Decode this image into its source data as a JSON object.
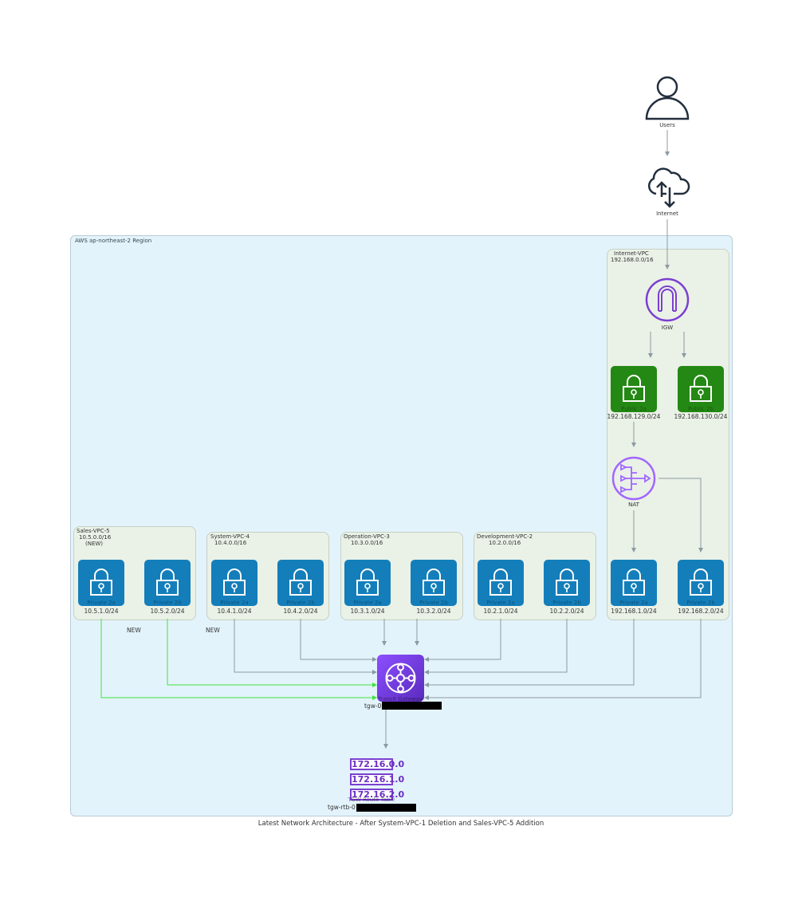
{
  "diagram": {
    "caption": "Latest Network Architecture - After System-VPC-1 Deletion and Sales-VPC-5 Addition",
    "colors": {
      "edge_default": "#8d99a3",
      "edge_new": "#3de63d",
      "private_subnet": "#147eba",
      "public_subnet": "#248814",
      "tgw": "#7b3fd1",
      "region_bg": "#e3f3fb",
      "vpc_bg": "#eaf1e7"
    },
    "external": {
      "users": {
        "label": "Users",
        "icon": "user-icon"
      },
      "internet": {
        "label": "Internet",
        "icon": "cloud-upload-download-icon"
      }
    },
    "region": {
      "label": "AWS ap-northeast-2 Region"
    },
    "internet_vpc": {
      "name": "Internet-VPC",
      "cidr": "192.168.0.0/16",
      "igw": {
        "label": "IGW",
        "icon": "internet-gateway-icon"
      },
      "nat": {
        "label": "NAT",
        "icon": "nat-gateway-icon"
      },
      "public_subnets": [
        {
          "name": "Public 2a",
          "cidr": "192.168.129.0/24"
        },
        {
          "name": "Public 2b",
          "cidr": "192.168.130.0/24"
        }
      ],
      "private_subnets": [
        {
          "name": "Private 2a",
          "cidr": "192.168.1.0/24"
        },
        {
          "name": "Private 2b",
          "cidr": "192.168.2.0/24"
        }
      ]
    },
    "vpcs": [
      {
        "name": "Sales-VPC-5",
        "cidr": "10.5.0.0/16",
        "note": "(NEW)",
        "subnets": [
          {
            "name": "Private 2a",
            "cidr": "10.5.1.0/24"
          },
          {
            "name": "Private 2b",
            "cidr": "10.5.2.0/24"
          }
        ]
      },
      {
        "name": "System-VPC-4",
        "cidr": "10.4.0.0/16",
        "note": "",
        "subnets": [
          {
            "name": "Private 2a",
            "cidr": "10.4.1.0/24"
          },
          {
            "name": "Private 2b",
            "cidr": "10.4.2.0/24"
          }
        ]
      },
      {
        "name": "Operation-VPC-3",
        "cidr": "10.3.0.0/16",
        "note": "",
        "subnets": [
          {
            "name": "Private 2a",
            "cidr": "10.3.1.0/24"
          },
          {
            "name": "Private 2b",
            "cidr": "10.3.2.0/24"
          }
        ]
      },
      {
        "name": "Development-VPC-2",
        "cidr": "10.2.0.0/16",
        "note": "",
        "subnets": [
          {
            "name": "Private 2a",
            "cidr": "10.2.1.0/24"
          },
          {
            "name": "Private 2b",
            "cidr": "10.2.2.0/24"
          }
        ]
      }
    ],
    "edge_labels": [
      "NEW",
      "NEW"
    ],
    "tgw": {
      "label": "Transit Gateway",
      "id_prefix": "tgw-0",
      "icon": "transit-gateway-icon"
    },
    "route_table": {
      "label": "TGW Route Table",
      "id_prefix": "tgw-rtb-0",
      "entries": [
        "172.16.0.0",
        "172.16.1.0",
        "172.16.2.0"
      ]
    }
  }
}
